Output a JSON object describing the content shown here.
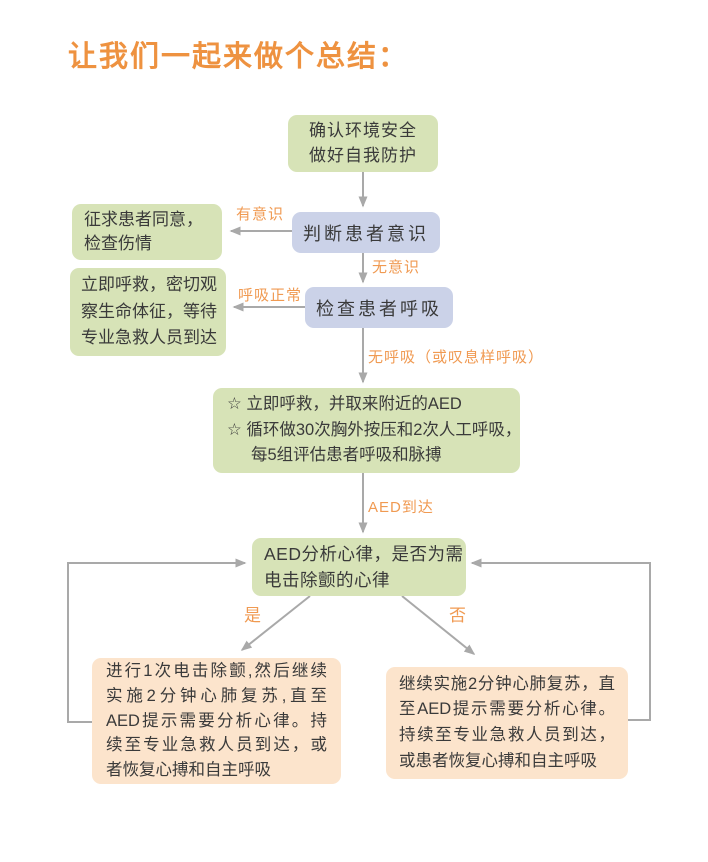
{
  "title": "让我们一起来做个总结：",
  "colors": {
    "accent_orange": "#ee9240",
    "label_orange": "#f09a52",
    "node_green": "#d7e3b7",
    "node_lavender": "#cbd2e8",
    "node_peach": "#fce4cc",
    "connector_gray": "#a9a9a9",
    "text_dark": "#3a3a3a"
  },
  "nodes": {
    "confirm_env": {
      "lines": [
        "确认环境安全",
        "做好自我防护"
      ]
    },
    "check_consciousness": {
      "text": "判断患者意识"
    },
    "ask_consent": {
      "lines": [
        "征求患者同意，",
        "检查伤情"
      ]
    },
    "call_help_observe": {
      "lines": [
        "立即呼救，密切观",
        "察生命体征，等待",
        "专业急救人员到达"
      ]
    },
    "check_breathing": {
      "text": "检查患者呼吸"
    },
    "cpr_cycle": {
      "lines": [
        "☆ 立即呼救，并取来附近的AED",
        "☆ 循环做30次胸外按压和2次人工呼吸，",
        "每5组评估患者呼吸和脉搏"
      ]
    },
    "aed_analyze": {
      "lines": [
        "AED分析心律，是否为需",
        "电击除颤的心律"
      ]
    },
    "shock_yes": {
      "lines": [
        "进行1次电击除颤,然后继续",
        "实施2分钟心肺复苏,直至",
        "AED提示需要分析心律。持",
        "续至专业急救人员到达，或",
        "者恢复心搏和自主呼吸"
      ]
    },
    "shock_no": {
      "lines": [
        "继续实施2分钟心肺复苏，直",
        "至AED提示需要分析心律。",
        "持续至专业急救人员到达，",
        "或患者恢复心搏和自主呼吸"
      ]
    }
  },
  "edge_labels": {
    "conscious": "有意识",
    "unconscious": "无意识",
    "breathing_normal": "呼吸正常",
    "no_breathing": "无呼吸（或叹息样呼吸）",
    "aed_arrived": "AED到达",
    "yes": "是",
    "no": "否"
  }
}
